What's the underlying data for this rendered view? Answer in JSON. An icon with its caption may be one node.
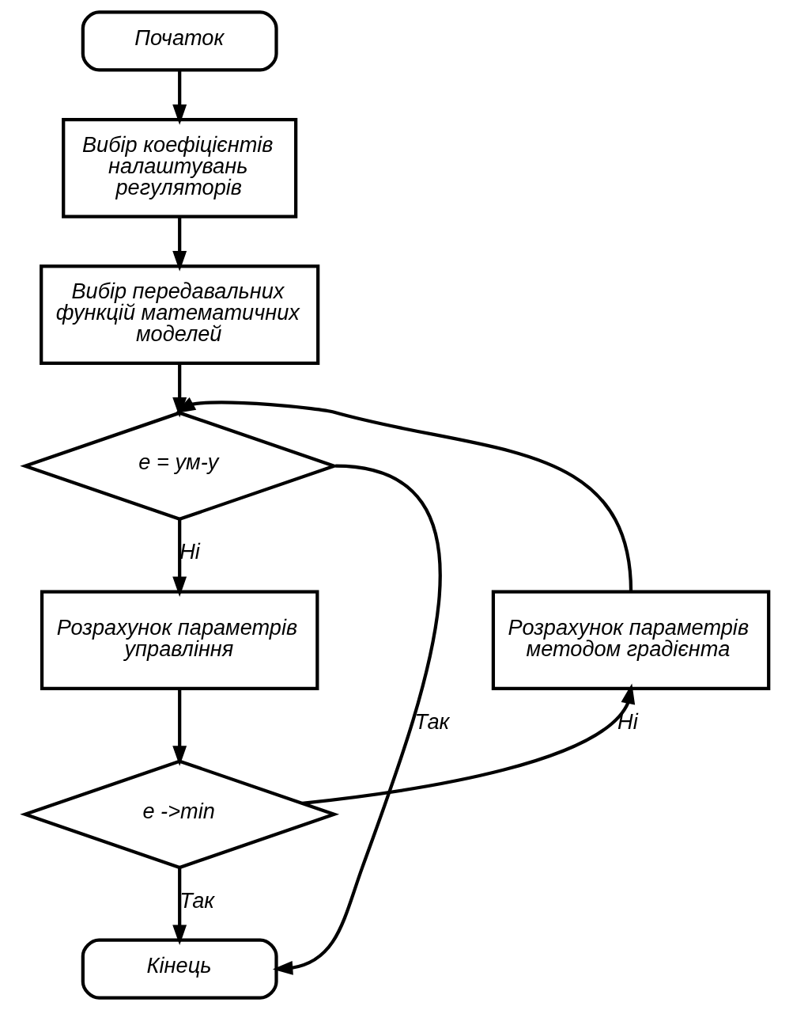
{
  "diagram": {
    "nodes": [
      {
        "text": [
          "Початок"
        ]
      },
      {
        "text": [
          "Вибір коефіцієнтів налаштувань регуляторів"
        ]
      },
      {
        "text": [
          "Вибір передавальних функцій математичних моделей"
        ]
      },
      {
        "text": [
          "e = yм-y"
        ]
      },
      {
        "text": [
          "Розрахунок параметрів методом градієнта"
        ]
      },
      {
        "text": [
          "Розрахунок параметрів управління"
        ]
      },
      {
        "text": [
          "e ->min"
        ]
      },
      {
        "text": [
          "Кінець"
        ]
      }
    ],
    "edges": [
      {
        "from": 0,
        "to": 1,
        "arrow": "to"
      },
      {
        "from": 1,
        "to": 2,
        "arrow": "to"
      },
      {
        "from": 2,
        "to": 3,
        "arrow": "to"
      },
      {
        "from": 3,
        "to": 5,
        "arrow": "to",
        "label": "Ні"
      },
      {
        "from": 5,
        "to": 6,
        "arrow": "to"
      },
      {
        "from": 6,
        "to": 4,
        "arrow": "to",
        "label": "Ні"
      },
      {
        "from": 4,
        "to": 3,
        "arrow": "to"
      },
      {
        "from": 3,
        "to": 7,
        "arrow": "to",
        "label": "Так"
      },
      {
        "from": 6,
        "to": 7,
        "arrow": "to",
        "label": "Так"
      }
    ]
  }
}
